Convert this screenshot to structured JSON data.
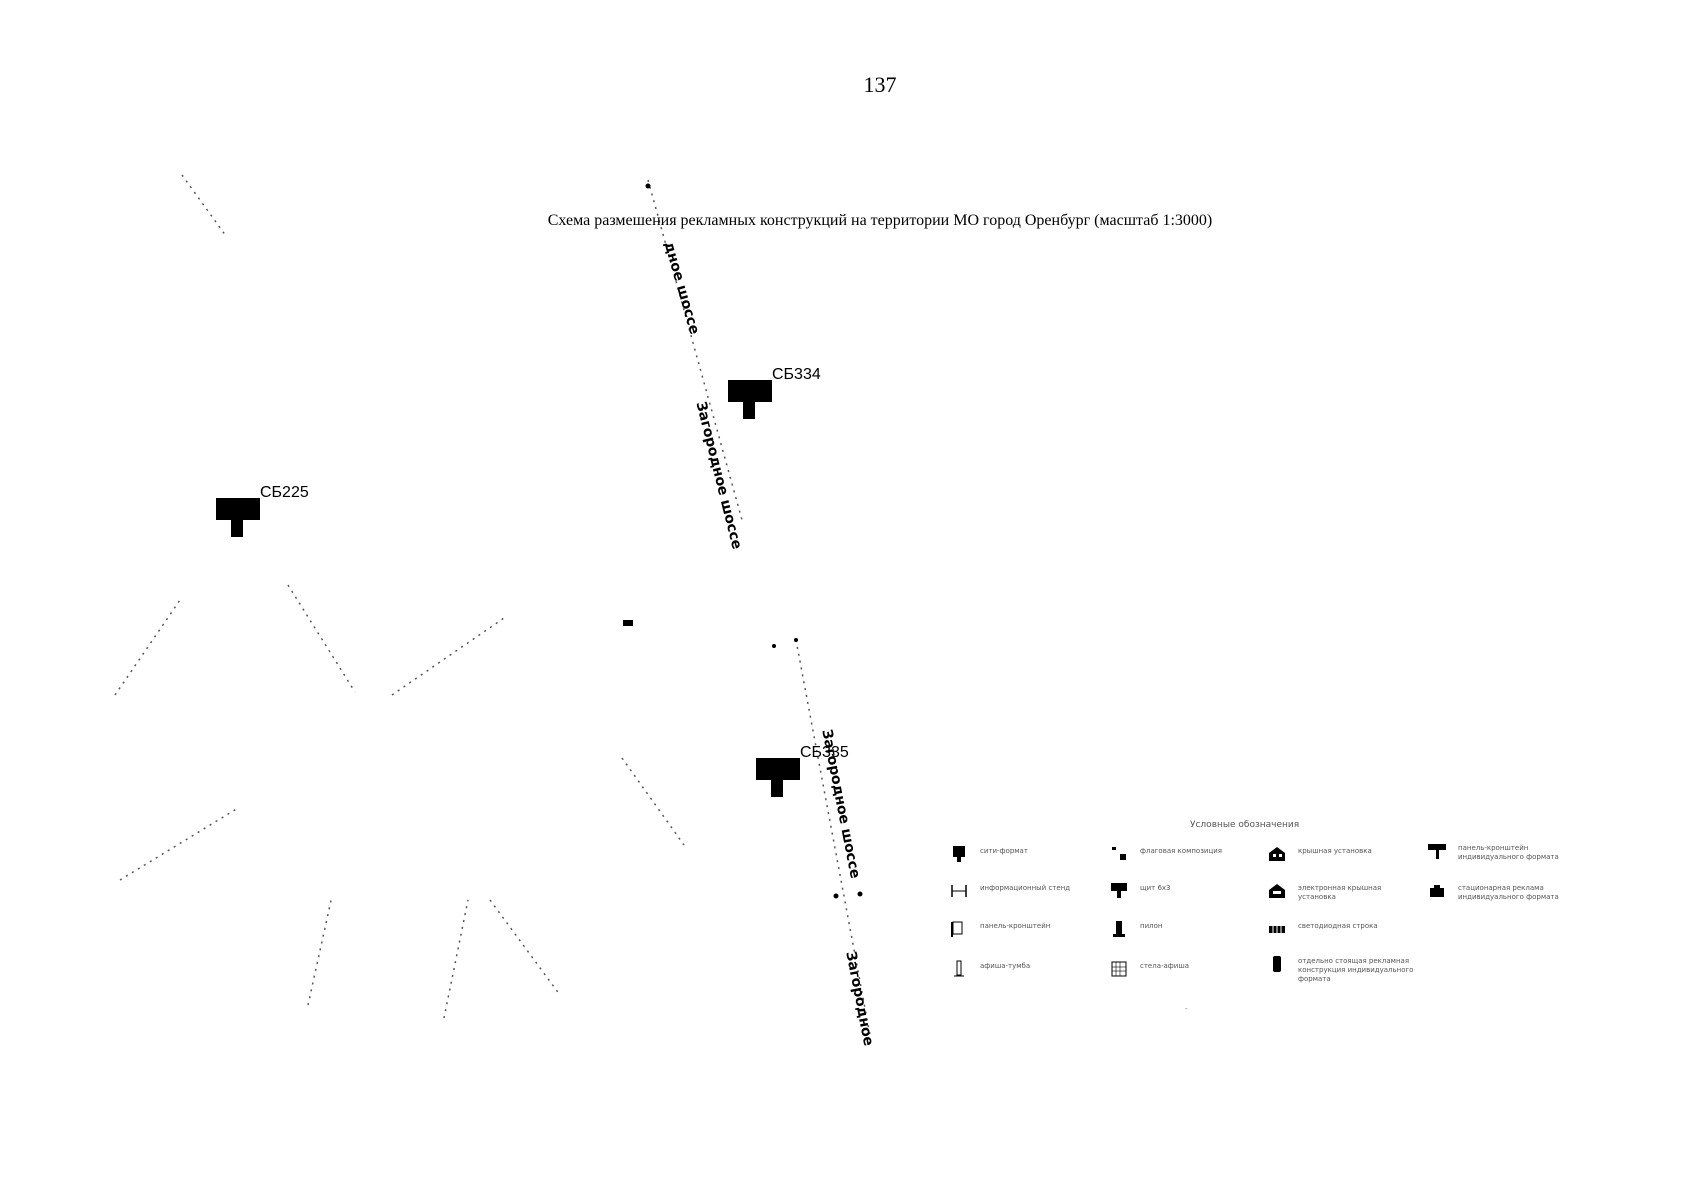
{
  "page": {
    "number": "137"
  },
  "map": {
    "title": "Схема размешения рекламных конструкций на территории МО город Оренбург (масштаб 1:3000)",
    "markers": [
      {
        "code": "СБ334"
      },
      {
        "code": "СБ225"
      },
      {
        "code": "СБ335"
      }
    ],
    "streets": [
      "дное шоссе",
      "Загородное шоссе",
      "Загородное шоссе",
      "Загородное"
    ]
  },
  "legend": {
    "title": "Условные обозначения",
    "items": [
      {
        "label": "сити-формат",
        "icon": "citylight-icon"
      },
      {
        "label": "флаговая композиция",
        "icon": "flag-composition-icon"
      },
      {
        "label": "крышная установка",
        "icon": "roof-installation-icon"
      },
      {
        "label": "панель-кронштейн индивидуального формата",
        "icon": "panel-bracket-individual-icon"
      },
      {
        "label": "информационный стенд",
        "icon": "info-stand-icon"
      },
      {
        "label": "щит 6х3",
        "icon": "billboard-icon"
      },
      {
        "label": "электронная крышная установка",
        "icon": "electronic-roof-installation-icon"
      },
      {
        "label": "стационарная реклама индивидуального формата",
        "icon": "stationary-individual-icon"
      },
      {
        "label": "панель-кронштейн",
        "icon": "panel-bracket-icon"
      },
      {
        "label": "пилон",
        "icon": "pylon-icon"
      },
      {
        "label": "светодиодная строка",
        "icon": "led-line-icon"
      },
      {
        "label": "афиша-тумба",
        "icon": "poster-column-icon"
      },
      {
        "label": "стела-афиша",
        "icon": "stele-poster-icon"
      },
      {
        "label": "отдельно стоящая рекламная конструкция индивидуального формата",
        "icon": "standalone-individual-icon"
      }
    ],
    "footer": "-"
  }
}
